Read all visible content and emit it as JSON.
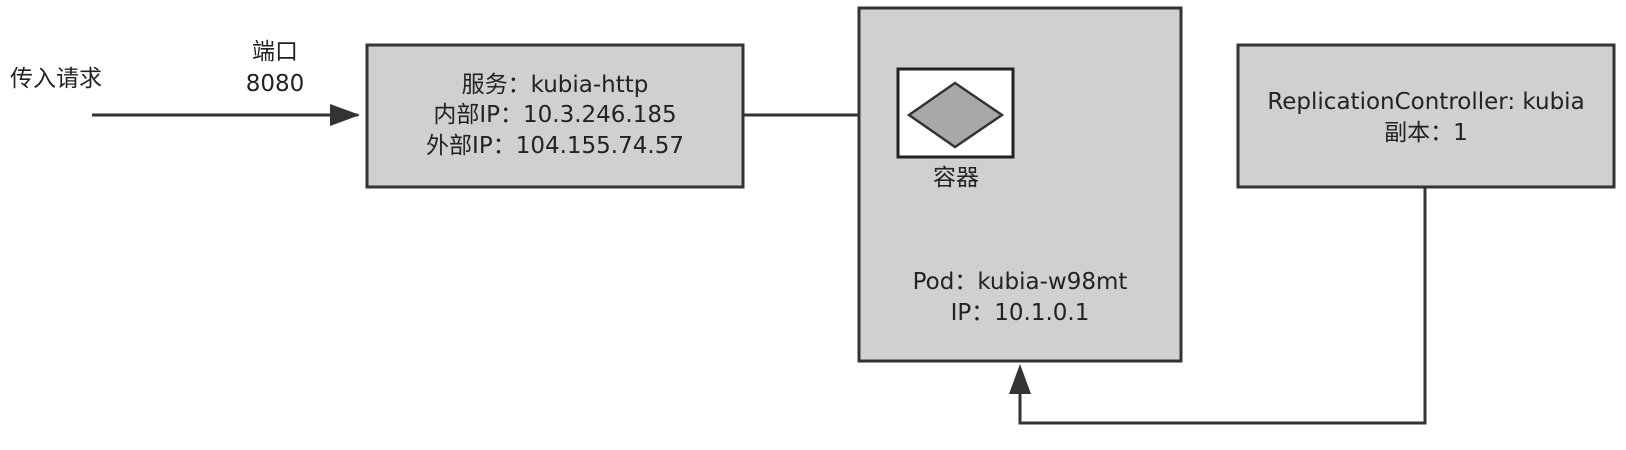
{
  "incoming": {
    "label": "传入请求"
  },
  "port": {
    "label": "端口",
    "value": "8080"
  },
  "service": {
    "line1": "服务：kubia-http",
    "line2": "内部IP：10.3.246.185",
    "line3": "外部IP：104.155.74.57"
  },
  "container": {
    "label": "容器"
  },
  "pod": {
    "line1": "Pod：kubia-w98mt",
    "line2": "IP：10.1.0.1"
  },
  "rc": {
    "line1": "ReplicationController: kubia",
    "line2": "副本：1"
  },
  "colors": {
    "box_fill": "#d0d0d0",
    "diamond_fill": "#a8a8a8",
    "stroke": "#333333",
    "text": "#222222"
  }
}
